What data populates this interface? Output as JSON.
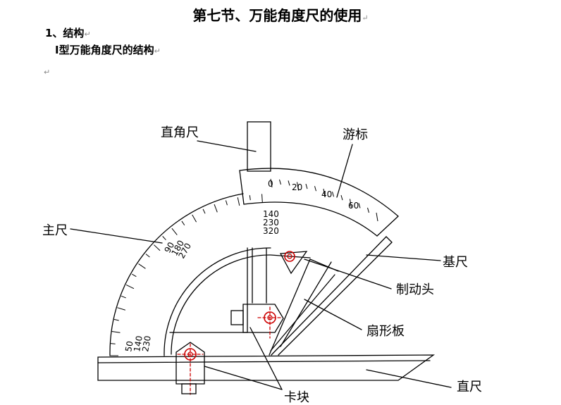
{
  "doc": {
    "title": "第七节、万能角度尺的使用",
    "heading1": "1、结构",
    "heading2": "Ⅰ型万能角度尺的结构",
    "para_mark": "↵"
  },
  "labels": {
    "square": "直角尺",
    "vernier": "游标",
    "main_scale": "主尺",
    "base_ruler": "基尺",
    "brake_head": "制动头",
    "sector_plate": "扇形板",
    "straight_ruler": "直尺",
    "clamp_block": "卡块"
  },
  "scales": {
    "vernier_ticks": [
      "0",
      "20",
      "40",
      "60"
    ],
    "arc_top": [
      "140",
      "230",
      "320"
    ],
    "arc_mid": [
      "90",
      "180",
      "270"
    ],
    "arc_low": [
      "50",
      "140",
      "230"
    ]
  }
}
